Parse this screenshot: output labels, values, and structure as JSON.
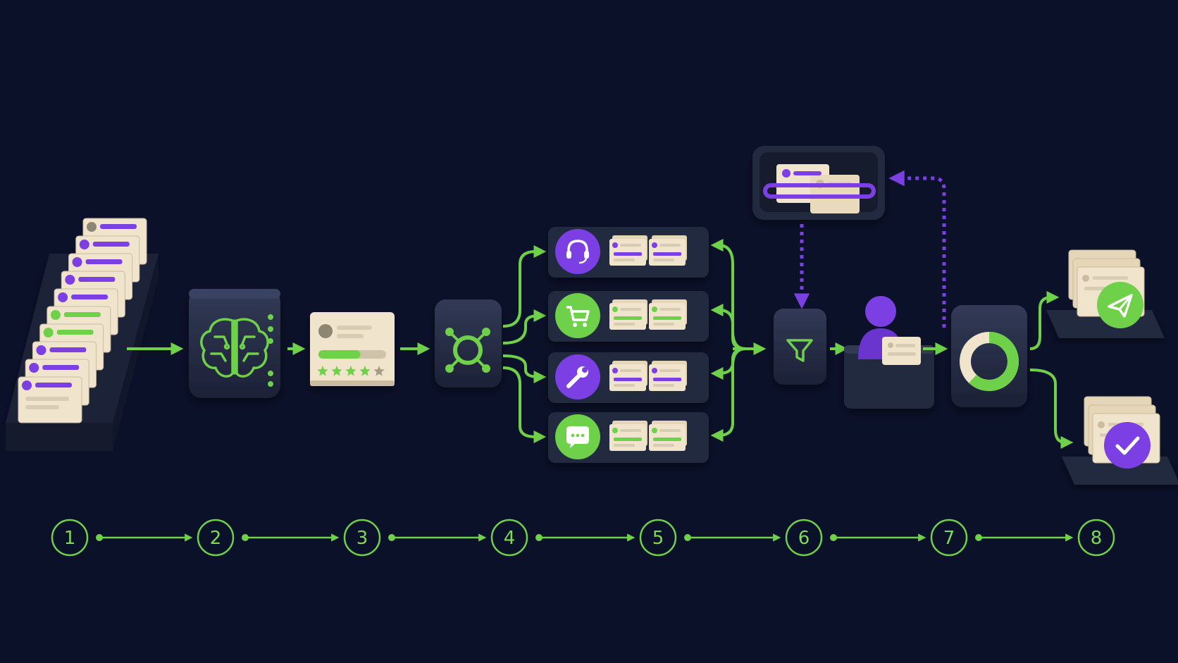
{
  "colors": {
    "background": "#0c112a",
    "green": "#6fd14a",
    "purple": "#7b3fe4",
    "card": "#f1e4cc",
    "box": "#242a40",
    "box_top": "#2e3550"
  },
  "steps": [
    "1",
    "2",
    "3",
    "4",
    "5",
    "6",
    "7",
    "8"
  ],
  "rating": {
    "filled_stars": 4,
    "total_stars": 5,
    "progress": 0.62
  },
  "departments": [
    {
      "icon": "headset-icon",
      "color": "#7b3fe4"
    },
    {
      "icon": "shopping-cart-icon",
      "color": "#6fd14a"
    },
    {
      "icon": "wrench-icon",
      "color": "#7b3fe4"
    },
    {
      "icon": "chat-bubble-icon",
      "color": "#6fd14a"
    }
  ],
  "donut": {
    "green_share": 0.62,
    "cream_share": 0.38
  },
  "outcomes": [
    {
      "icon": "paper-plane-icon",
      "color": "#6fd14a"
    },
    {
      "icon": "check-icon",
      "color": "#7b3fe4"
    }
  ]
}
